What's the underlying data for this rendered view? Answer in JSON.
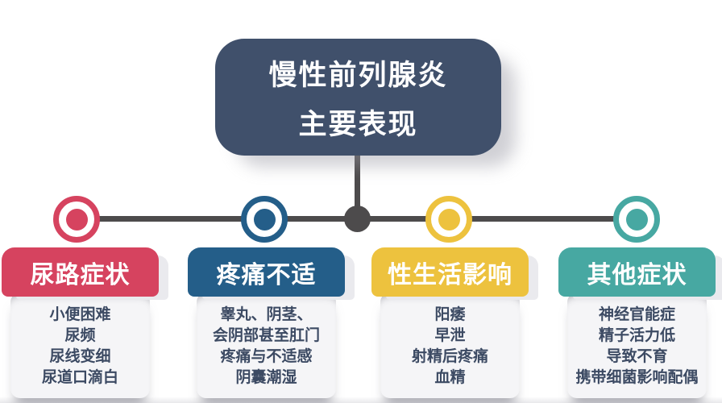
{
  "title": {
    "line1": "慢性前列腺炎",
    "line2": "主要表现"
  },
  "palette": {
    "title_box": "#40506b",
    "connector": "#4d4b4c",
    "header_text": "#ffffff",
    "list_bg": "#f5f5f7",
    "list_text": "#3c4a63"
  },
  "columns": [
    {
      "label": "尿路症状",
      "color": "#d6435f",
      "items": [
        "小便困难",
        "尿频",
        "尿线变细",
        "尿道口滴白"
      ]
    },
    {
      "label": "疼痛不适",
      "color": "#245e89",
      "items": [
        "睾丸、阴茎、",
        "会阴部甚至肛门",
        "疼痛与不适感",
        "阴囊潮湿"
      ]
    },
    {
      "label": "性生活影响",
      "color": "#edc23e",
      "items": [
        "阳痿",
        "早泄",
        "射精后疼痛",
        "血精"
      ]
    },
    {
      "label": "其他症状",
      "color": "#47a8a2",
      "items": [
        "神经官能症",
        "精子活力低",
        "导致不育",
        "携带细菌影响配偶"
      ]
    }
  ]
}
